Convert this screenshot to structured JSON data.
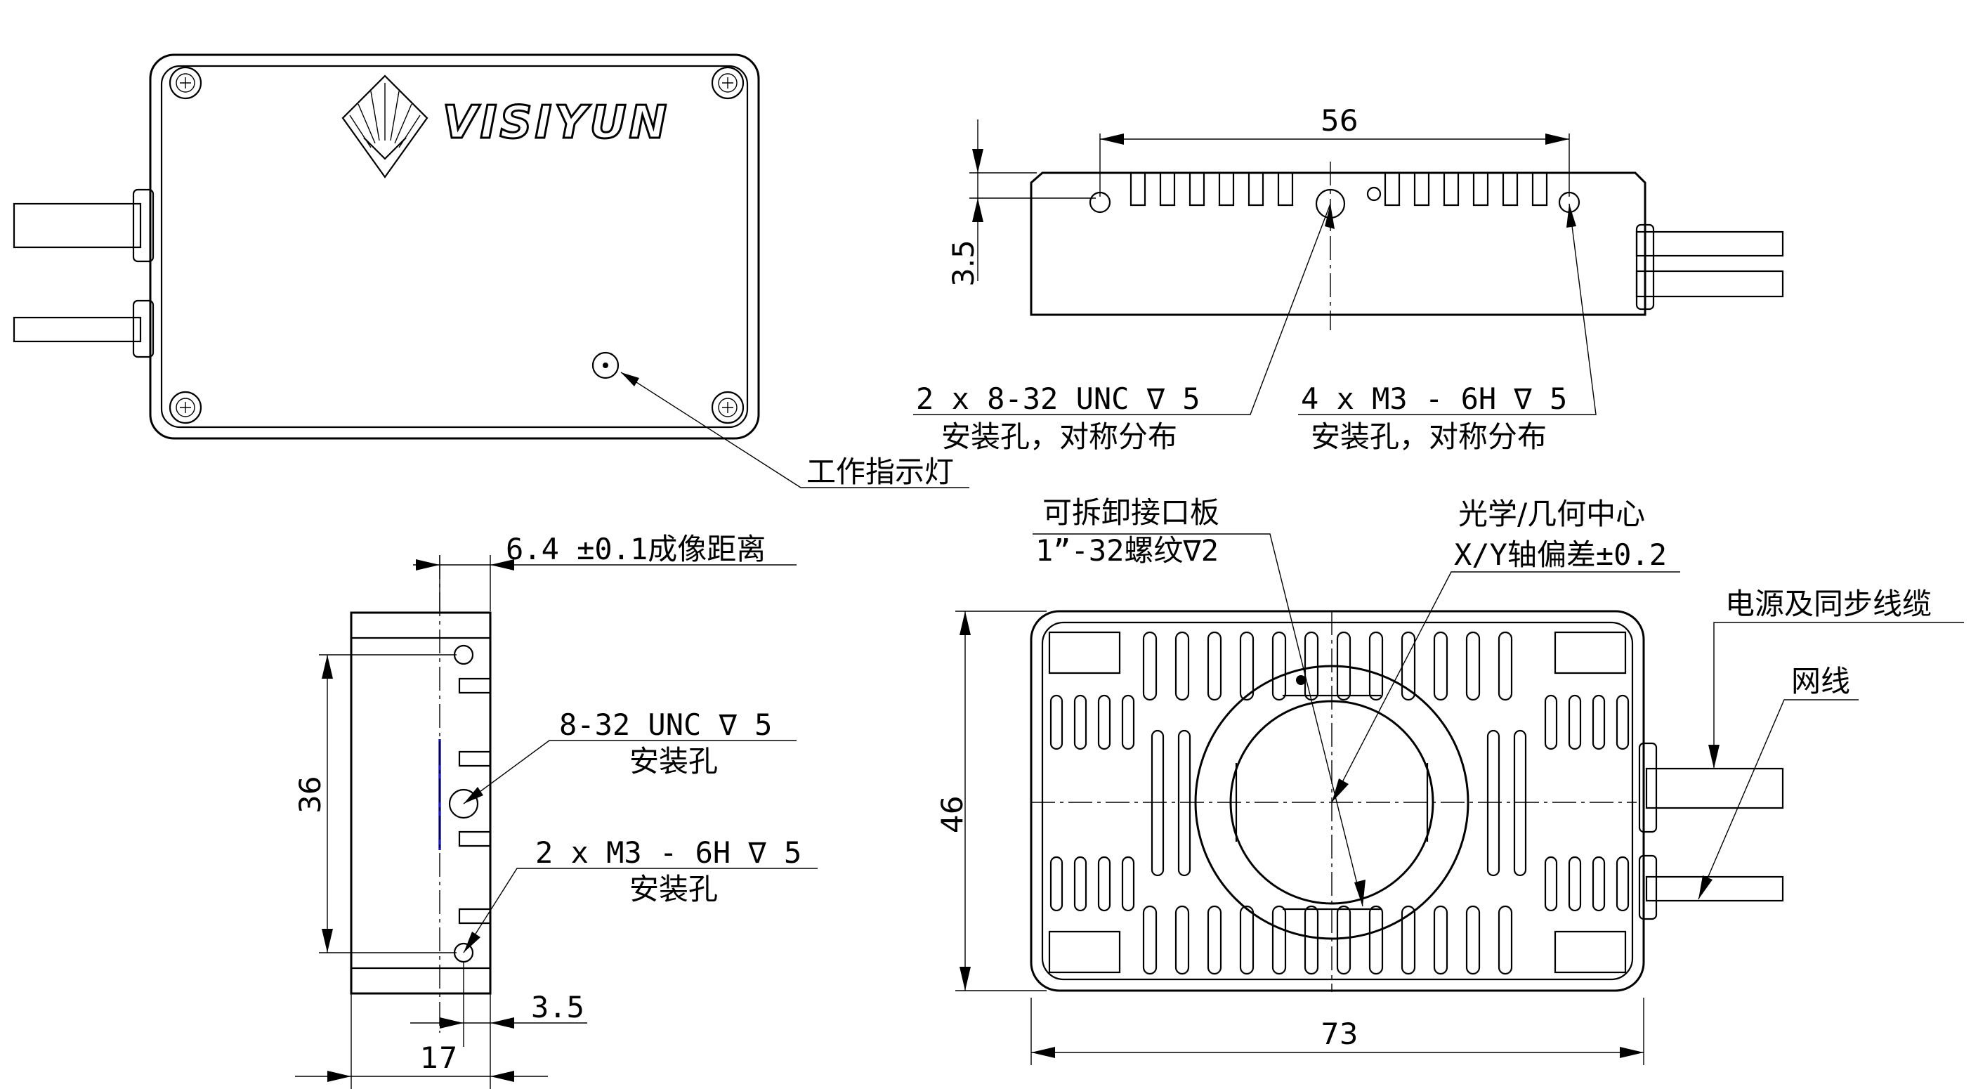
{
  "brand": {
    "logo_text": "VISIYUN"
  },
  "top_view": {
    "indicator_label": "工作指示灯"
  },
  "rear_view": {
    "dim_width": "56",
    "dim_height": "3.5",
    "callout_left_line1": "2 x  8-32 UNC  ∇ 5",
    "callout_left_line2": "安装孔，对称分布",
    "callout_right_line1": "4 x  M3 - 6H ∇ 5",
    "callout_right_line2": "安装孔，对称分布"
  },
  "side_view": {
    "imaging_distance": "6.4 ±0.1成像距离",
    "dim_height": "36",
    "dim_width": "17",
    "dim_offset": "3.5",
    "callout_unc_line1": "8-32 UNC  ∇ 5",
    "callout_unc_line2": "安装孔",
    "callout_m3_line1": "2 x  M3 - 6H ∇ 5",
    "callout_m3_line2": "安装孔"
  },
  "front_view": {
    "plate_line1": "可拆卸接口板",
    "plate_line2": "1”-32螺纹∇2",
    "optical_line1": "光学/几何中心",
    "optical_line2": "X/Y轴偏差±0.2",
    "power_cable": "电源及同步线缆",
    "network_cable": "网线",
    "dim_height": "46",
    "dim_width": "73"
  }
}
